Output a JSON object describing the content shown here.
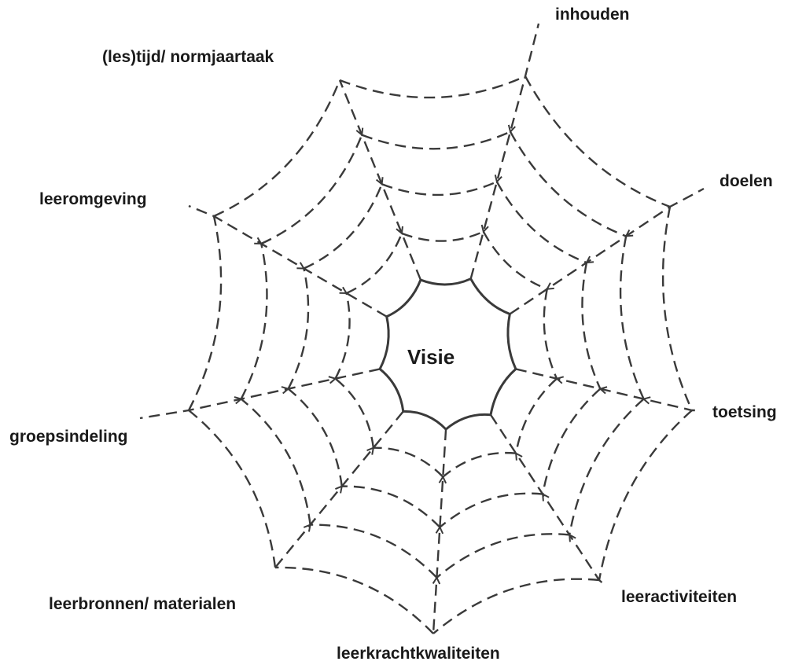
{
  "center": {
    "label": "Visie"
  },
  "spokes": [
    {
      "id": "inhouden",
      "label": "inhouden"
    },
    {
      "id": "doelen",
      "label": "doelen"
    },
    {
      "id": "toetsing",
      "label": "toetsing"
    },
    {
      "id": "leeractiviteiten",
      "label": "leeractiviteiten"
    },
    {
      "id": "leerkrachtkwaliteiten",
      "label": "leerkrachtkwaliteiten"
    },
    {
      "id": "leerbronnen",
      "label": "leerbronnen/ materialen"
    },
    {
      "id": "groepsindeling",
      "label": "groepsindeling"
    },
    {
      "id": "leeromgeving",
      "label": "leeromgeving"
    },
    {
      "id": "lestijd",
      "label": "(les)tijd/ normjaartaak"
    }
  ],
  "colors": {
    "line": "#3a3a3a",
    "text": "#1a1a1a",
    "background": "#ffffff"
  }
}
